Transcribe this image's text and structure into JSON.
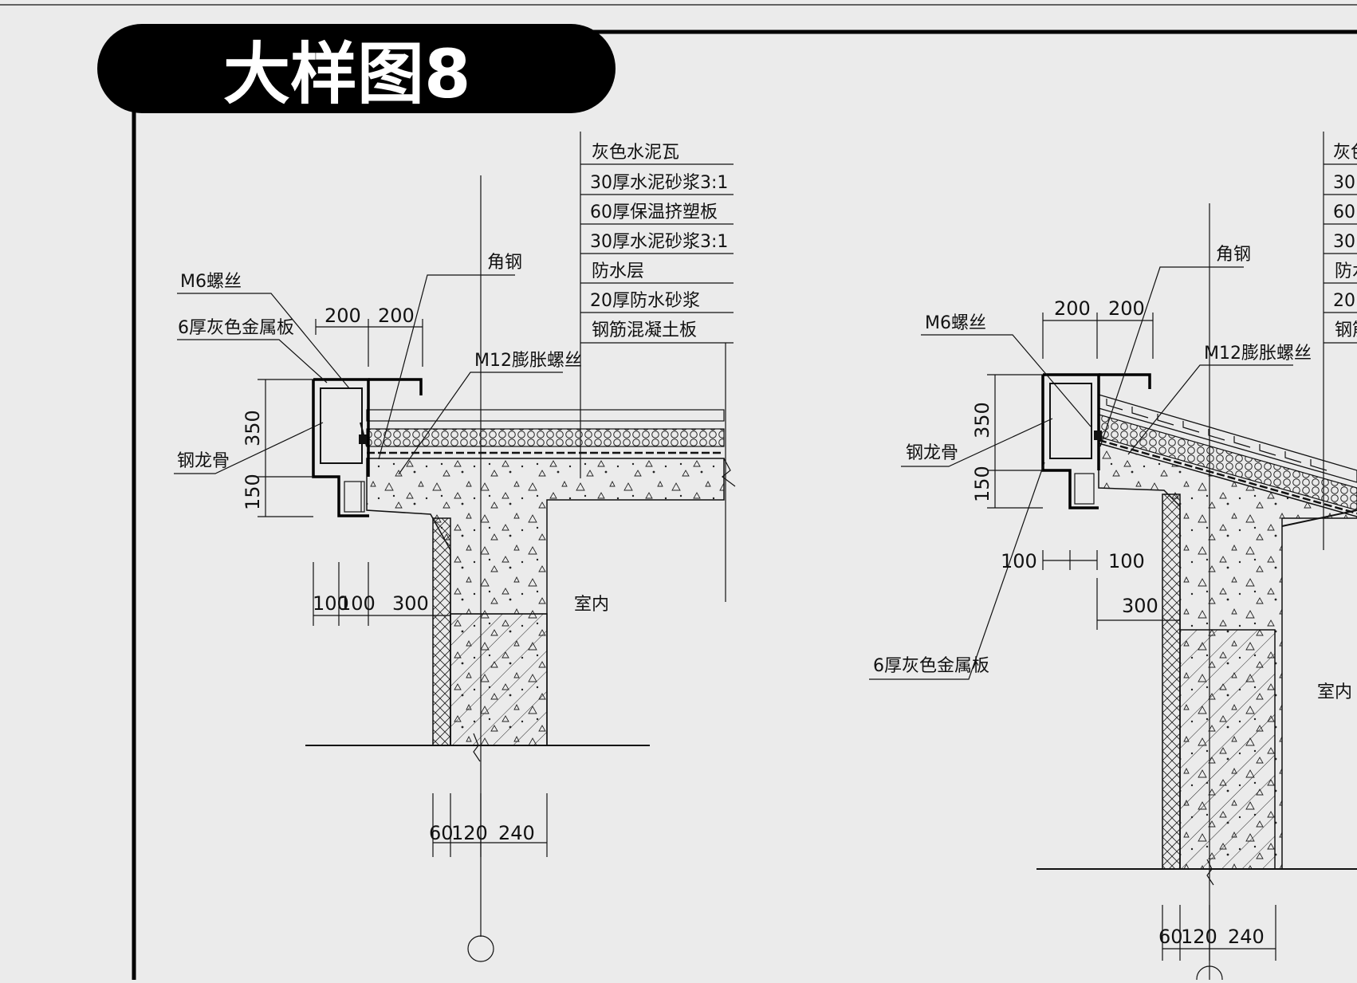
{
  "title": "大样图8",
  "left": {
    "layers": [
      "灰色水泥瓦",
      "30厚水泥砂浆3:1",
      "60厚保温挤塑板",
      "30厚水泥砂浆3:1",
      "防水层",
      "20厚防水砂浆",
      "钢筋混凝土板"
    ],
    "callouts": {
      "m6": "M6螺丝",
      "plate": "6厚灰色金属板",
      "angle": "角钢",
      "m12": "M12膨胀螺丝",
      "keel": "钢龙骨",
      "interior": "室内"
    },
    "dims": {
      "top_a": "200",
      "top_b": "200",
      "v_a": "350",
      "v_b": "150",
      "b_a": "100",
      "b_b": "100",
      "b_c": "300",
      "w_a": "60",
      "w_b": "120",
      "w_c": "240"
    }
  },
  "right": {
    "layers": [
      "灰色",
      "30",
      "60",
      "30",
      "防水",
      "20",
      "钢筋"
    ],
    "callouts": {
      "m6": "M6螺丝",
      "plate": "6厚灰色金属板",
      "angle": "角钢",
      "m12": "M12膨胀螺丝",
      "keel": "钢龙骨",
      "interior": "室内"
    },
    "dims": {
      "top_a": "200",
      "top_b": "200",
      "v_a": "350",
      "v_b": "150",
      "b_a": "100",
      "b_b": "100",
      "b_c": "300",
      "w_a": "60",
      "w_b": "120",
      "w_c": "240"
    }
  }
}
